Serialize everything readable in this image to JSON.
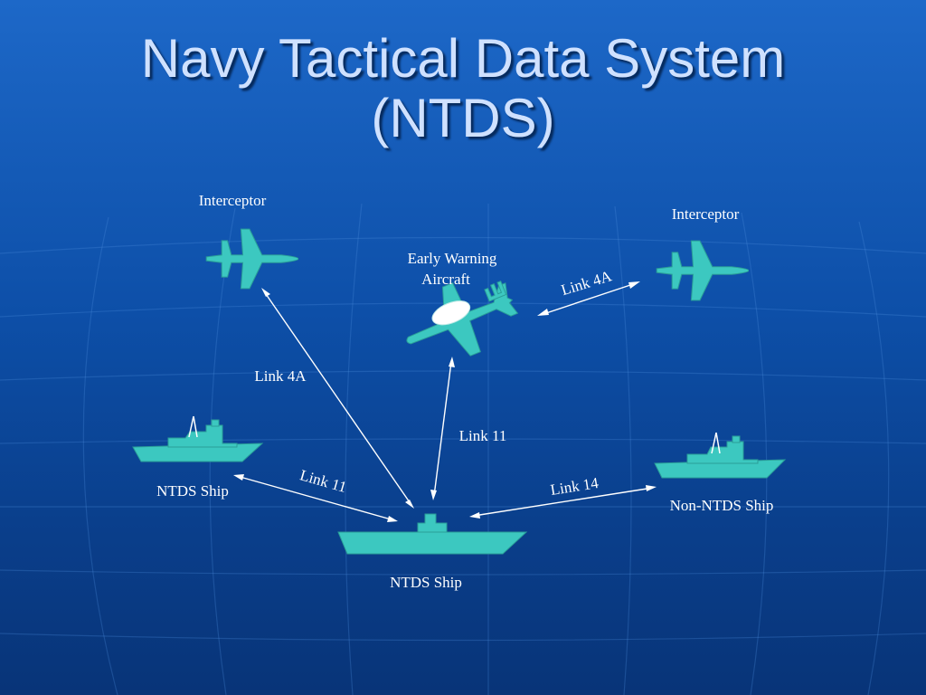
{
  "slide": {
    "title_line1": "Navy Tactical Data System",
    "title_line2": "(NTDS)"
  },
  "nodes": {
    "interceptor_left": "Interceptor",
    "interceptor_right": "Interceptor",
    "early_warning_line1": "Early Warning",
    "early_warning_line2": "Aircraft",
    "ntds_ship_left": "NTDS Ship",
    "ntds_ship_center": "NTDS Ship",
    "non_ntds_ship": "Non-NTDS Ship"
  },
  "links": {
    "awacs_to_interceptor_right": "Link 4A",
    "ship_to_interceptor_left": "Link 4A",
    "ship_to_awacs": "Link 11",
    "ship_to_ntds_ship_left": "Link 11",
    "ship_to_non_ntds_ship": "Link 14"
  },
  "colors": {
    "background_top": "#1d68c8",
    "background_bottom": "#083478",
    "icon_fill": "#3cc8c0",
    "title_text": "#cfe1ff",
    "label_text": "#ffffff"
  }
}
